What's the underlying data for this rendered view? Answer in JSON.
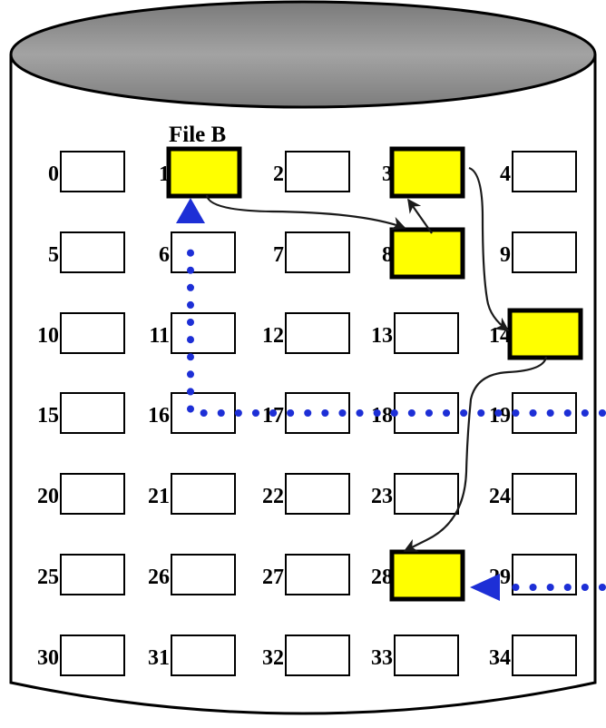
{
  "file_label": "File B",
  "colors": {
    "background": "#ffffff",
    "outline": "#000000",
    "top_fill": "#8f8f8f",
    "highlight_fill": "#ffff00",
    "pointer_arrow": "#1a1a1a",
    "dotted_link": "#1d2fd6"
  },
  "blocks": [
    {
      "label": "0"
    },
    {
      "label": "1"
    },
    {
      "label": "2"
    },
    {
      "label": "3"
    },
    {
      "label": "4"
    },
    {
      "label": "5"
    },
    {
      "label": "6"
    },
    {
      "label": "7"
    },
    {
      "label": "8"
    },
    {
      "label": "9"
    },
    {
      "label": "10"
    },
    {
      "label": "11"
    },
    {
      "label": "12"
    },
    {
      "label": "13"
    },
    {
      "label": "14"
    },
    {
      "label": "15"
    },
    {
      "label": "16"
    },
    {
      "label": "17"
    },
    {
      "label": "18"
    },
    {
      "label": "19"
    },
    {
      "label": "20"
    },
    {
      "label": "21"
    },
    {
      "label": "22"
    },
    {
      "label": "23"
    },
    {
      "label": "24"
    },
    {
      "label": "25"
    },
    {
      "label": "26"
    },
    {
      "label": "27"
    },
    {
      "label": "28"
    },
    {
      "label": "29"
    },
    {
      "label": "30"
    },
    {
      "label": "31"
    },
    {
      "label": "32"
    },
    {
      "label": "33"
    },
    {
      "label": "34"
    }
  ],
  "file_b_chain": [
    "1",
    "8",
    "3",
    "14",
    "28"
  ],
  "chain_links": [
    {
      "from": "1",
      "to": "8"
    },
    {
      "from": "8",
      "to": "3"
    },
    {
      "from": "3",
      "to": "14"
    },
    {
      "from": "14",
      "to": "28"
    }
  ],
  "dotted_links": [
    {
      "from": "29",
      "to": "28",
      "style": "dotted",
      "ends": "arrow-head"
    },
    {
      "from": "19",
      "to": "1",
      "style": "dotted",
      "ends": "arrow-head"
    }
  ]
}
